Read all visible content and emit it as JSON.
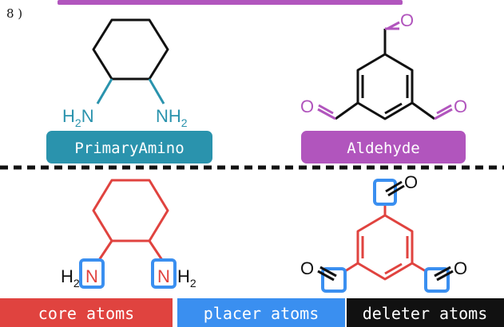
{
  "figure_label": "8 )",
  "colors": {
    "amine": "#2a93ad",
    "aldehyde": "#b155bd",
    "core": "#e0433f",
    "placer": "#3a8ff0",
    "deleter": "#111111",
    "bond": "#111111"
  },
  "top": {
    "amine": {
      "label_left_main": "H",
      "label_left_sub": "2",
      "label_left_tail": "N",
      "label_right_main": "NH",
      "label_right_sub": "2"
    },
    "aldehyde": {
      "oxygen": "O"
    },
    "badges": {
      "amine": "PrimaryAmino",
      "aldehyde": "Aldehyde"
    }
  },
  "bottom": {
    "amine": {
      "h_left": "H",
      "sub_left": "2",
      "n_left": "N",
      "n_right": "N",
      "h_right": "H",
      "sub_right": "2"
    },
    "aldehyde": {
      "oxygen": "O"
    },
    "legend": {
      "core": "core atoms",
      "placer": "placer atoms",
      "deleter": "deleter atoms"
    }
  }
}
